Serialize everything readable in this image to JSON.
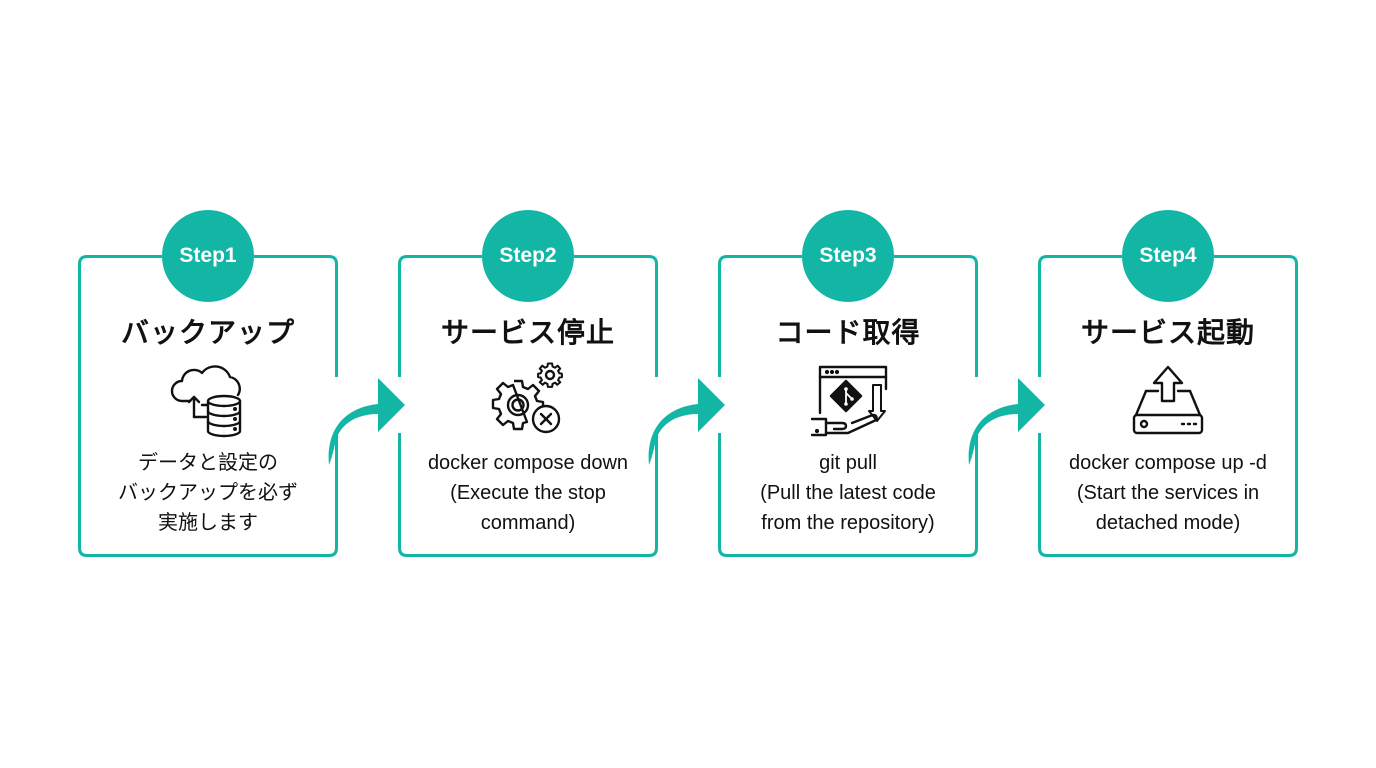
{
  "theme": {
    "accent": "#13b5a5",
    "text": "#111111",
    "background": "#ffffff"
  },
  "steps": [
    {
      "badge": "Step1",
      "title": "バックアップ",
      "icon": "cloud-database-backup-icon",
      "description": [
        "データと設定の",
        "バックアップを必ず",
        "実施します"
      ]
    },
    {
      "badge": "Step2",
      "title": "サービス停止",
      "icon": "gears-stop-icon",
      "description": [
        "docker compose down",
        "(Execute the stop",
        "command)"
      ]
    },
    {
      "badge": "Step3",
      "title": "コード取得",
      "icon": "git-pull-hand-icon",
      "description": [
        "git pull",
        "(Pull the latest code",
        "from the repository)"
      ]
    },
    {
      "badge": "Step4",
      "title": "サービス起動",
      "icon": "drive-upload-icon",
      "description": [
        "docker compose up -d",
        "(Start the services in",
        "detached mode)"
      ]
    }
  ],
  "connectors": [
    {
      "from": "Step1",
      "to": "Step2",
      "icon": "curved-arrow-right-icon"
    },
    {
      "from": "Step2",
      "to": "Step3",
      "icon": "curved-arrow-right-icon"
    },
    {
      "from": "Step3",
      "to": "Step4",
      "icon": "curved-arrow-right-icon"
    }
  ]
}
